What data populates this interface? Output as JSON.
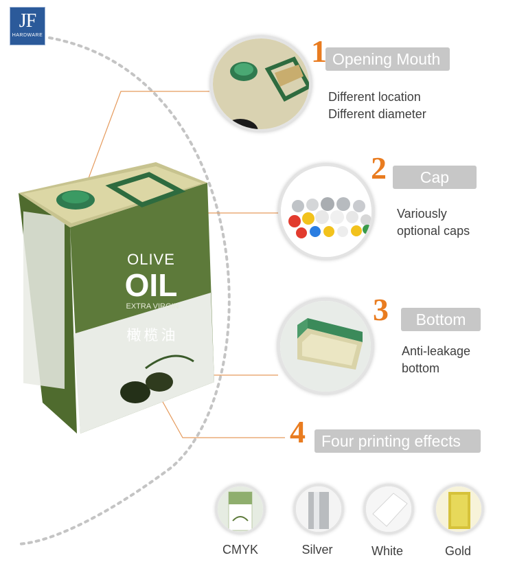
{
  "logo": {
    "mark": "JF",
    "sub": "HARDWARE"
  },
  "can": {
    "title_line1": "OLIVE",
    "title_line2": "OIL",
    "subtitle": "EXTRA VIRGIN",
    "chinese": "橄榄油"
  },
  "features": [
    {
      "number": "1",
      "title": "Opening Mouth",
      "desc1": "Different location",
      "desc2": "Different diameter"
    },
    {
      "number": "2",
      "title": "Cap",
      "desc1": "Variously",
      "desc2": "optional caps"
    },
    {
      "number": "3",
      "title": "Bottom",
      "desc1": "Anti-leakage",
      "desc2": "bottom"
    },
    {
      "number": "4",
      "title": "Four printing effects"
    }
  ],
  "effects": [
    {
      "label": "CMYK"
    },
    {
      "label": "Silver"
    },
    {
      "label": "White"
    },
    {
      "label": "Gold"
    }
  ],
  "colors": {
    "accent": "#e97c20",
    "pill": "#c7c7c7",
    "can_green": "#5d7a3a",
    "logo_blue": "#2b5a9a"
  }
}
